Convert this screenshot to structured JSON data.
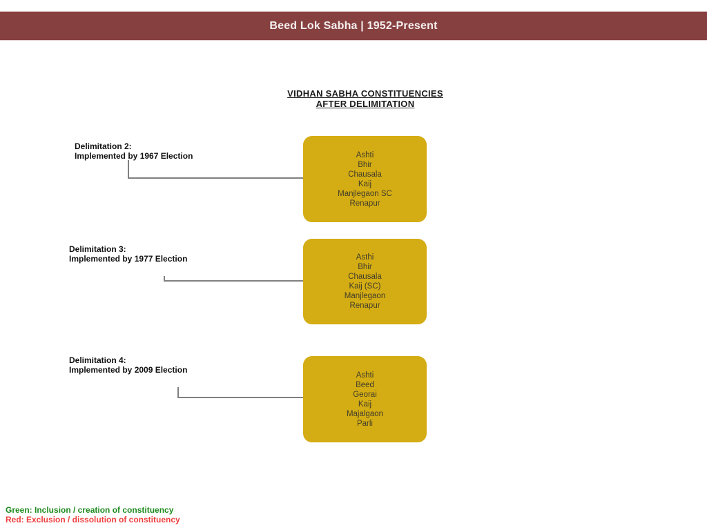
{
  "header": {
    "title": "Beed Lok Sabha | 1952-Present",
    "bg_color": "#874040",
    "text_color": "#f5efef"
  },
  "diagram": {
    "title_line1": "VIDHAN SABHA CONSTITUENCIES",
    "title_line2": "AFTER DELIMITATION",
    "box_color": "#d4ac14",
    "box_text_color": "#403d2a",
    "connector_color": "#7f7f7f",
    "groups": [
      {
        "label_line1": "Delimitation 2:",
        "label_line2": "Implemented by 1967 Election",
        "constituencies": [
          "Ashti",
          "Bhir",
          "Chausala",
          "Kaij",
          "Manjlegaon SC",
          "Renapur"
        ]
      },
      {
        "label_line1": "Delimitation 3:",
        "label_line2": "Implemented by 1977 Election",
        "constituencies": [
          "Asthi",
          "Bhir",
          "Chausala",
          "Kaij (SC)",
          "Manjlegaon",
          "Renapur"
        ]
      },
      {
        "label_line1": "Delimitation 4:",
        "label_line2": "Implemented by 2009 Election",
        "constituencies": [
          "Ashti",
          "Beed",
          "Georai",
          "Kaij",
          "Majalgaon",
          "Parli"
        ]
      }
    ]
  },
  "legend": {
    "green_label": "Green: Inclusion / creation of constituency",
    "red_label": "Red: Exclusion / dissolution of constituency",
    "green_color": "#1e8a1e",
    "red_color": "#ee4040"
  }
}
